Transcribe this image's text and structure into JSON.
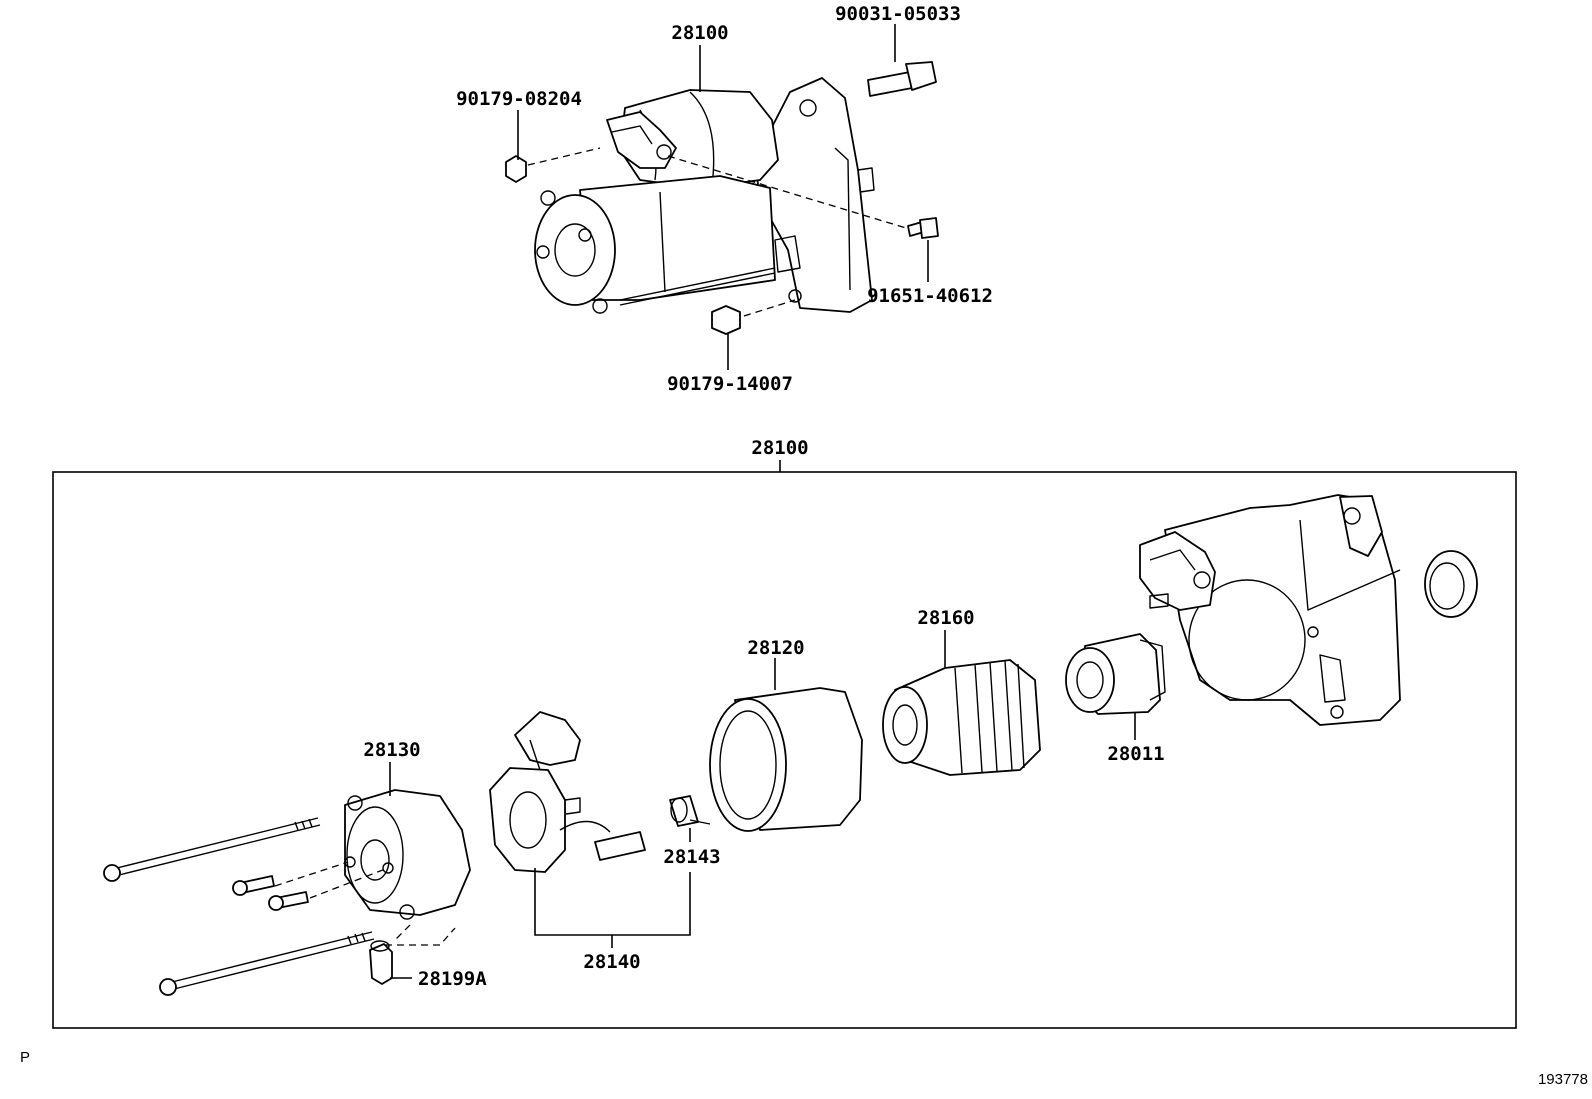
{
  "labels": {
    "assembly_top": "28100",
    "bolt_90031": "90031-05033",
    "nut_90179_08204": "90179-08204",
    "screw_91651": "91651-40612",
    "nut_90179_14007": "90179-14007",
    "assembly_box": "28100",
    "yoke_28120": "28120",
    "switch_28160": "28160",
    "frame_28130": "28130",
    "clutch_28011": "28011",
    "brush_28143": "28143",
    "holder_28140": "28140",
    "pin_28199a": "28199A"
  },
  "corner": {
    "left": "P",
    "right": "193778"
  }
}
